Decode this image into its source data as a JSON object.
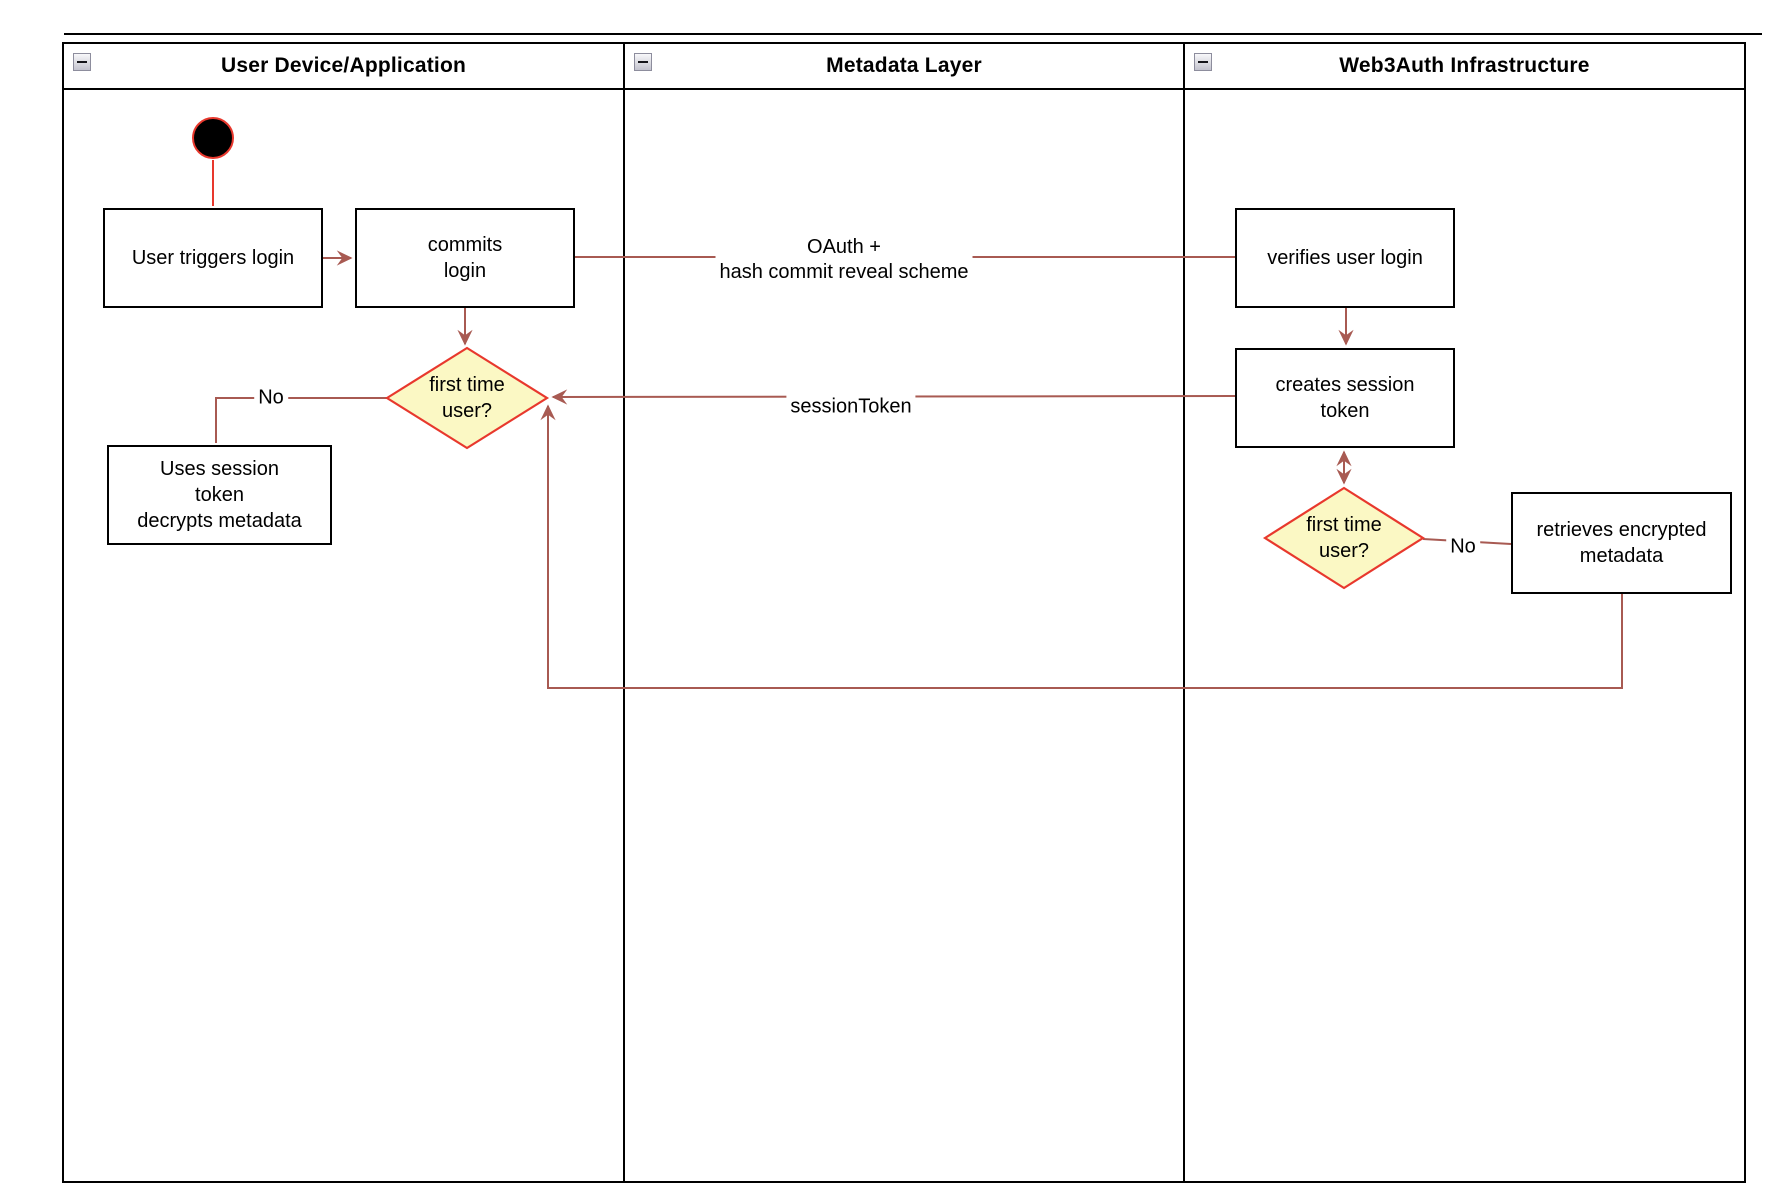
{
  "lanes": [
    {
      "title": "User Device/Application"
    },
    {
      "title": "Metadata Layer"
    },
    {
      "title": "Web3Auth Infrastructure"
    }
  ],
  "nodes": {
    "start": {
      "type": "initial-state"
    },
    "user_triggers_login": {
      "label": "User triggers login"
    },
    "commits_login": {
      "label": "commits\nlogin"
    },
    "first_time_user_left": {
      "label": "first time\nuser?"
    },
    "uses_session_token": {
      "label": "Uses session\ntoken\ndecrypts metadata"
    },
    "verifies_user_login": {
      "label": "verifies user login"
    },
    "creates_session_token": {
      "label": "creates session\ntoken"
    },
    "first_time_user_right": {
      "label": "first time\nuser?"
    },
    "retrieves_encrypted_metadata": {
      "label": "retrieves encrypted\nmetadata"
    }
  },
  "edge_labels": {
    "oauth": "OAuth +\nhash commit reveal scheme",
    "session_token": "sessionToken",
    "no_left": "No",
    "no_right": "No"
  },
  "icons": {
    "lane_collapse": "minus-icon"
  },
  "colors": {
    "shape_border": "#000000",
    "connector": "#a85a52",
    "accent_red": "#e8382d",
    "decision_fill": "#fbf8c4",
    "background": "#ffffff"
  }
}
